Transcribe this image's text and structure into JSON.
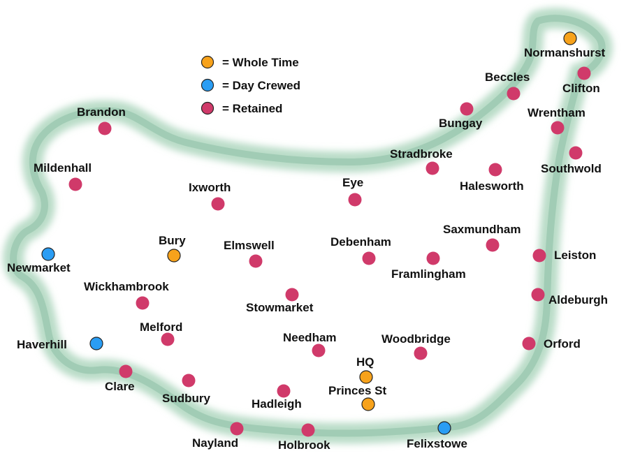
{
  "colors": {
    "whole_time": "#f7a21b",
    "day_crewed": "#2a9df4",
    "retained": "#d03a6a",
    "border": "#9cc9b1"
  },
  "legend": [
    {
      "type": "whole_time",
      "label": "= Whole Time"
    },
    {
      "type": "day_crewed",
      "label": "= Day Crewed"
    },
    {
      "type": "retained",
      "label": "= Retained"
    }
  ],
  "stations": [
    {
      "name": "Normanshurst",
      "type": "whole_time"
    },
    {
      "name": "Beccles",
      "type": "retained"
    },
    {
      "name": "Clifton",
      "type": "retained"
    },
    {
      "name": "Bungay",
      "type": "retained"
    },
    {
      "name": "Wrentham",
      "type": "retained"
    },
    {
      "name": "Brandon",
      "type": "retained"
    },
    {
      "name": "Stradbroke",
      "type": "retained"
    },
    {
      "name": "Southwold",
      "type": "retained"
    },
    {
      "name": "Mildenhall",
      "type": "retained"
    },
    {
      "name": "Halesworth",
      "type": "retained"
    },
    {
      "name": "Ixworth",
      "type": "retained"
    },
    {
      "name": "Eye",
      "type": "retained"
    },
    {
      "name": "Saxmundham",
      "type": "retained"
    },
    {
      "name": "Bury",
      "type": "whole_time"
    },
    {
      "name": "Elmswell",
      "type": "retained"
    },
    {
      "name": "Debenham",
      "type": "retained"
    },
    {
      "name": "Newmarket",
      "type": "day_crewed"
    },
    {
      "name": "Leiston",
      "type": "retained"
    },
    {
      "name": "Framlingham",
      "type": "retained"
    },
    {
      "name": "Wickhambrook",
      "type": "retained"
    },
    {
      "name": "Stowmarket",
      "type": "retained"
    },
    {
      "name": "Aldeburgh",
      "type": "retained"
    },
    {
      "name": "Melford",
      "type": "retained"
    },
    {
      "name": "Needham",
      "type": "retained"
    },
    {
      "name": "Woodbridge",
      "type": "retained"
    },
    {
      "name": "Haverhill",
      "type": "day_crewed"
    },
    {
      "name": "Orford",
      "type": "retained"
    },
    {
      "name": "HQ",
      "type": "whole_time"
    },
    {
      "name": "Clare",
      "type": "retained"
    },
    {
      "name": "Sudbury",
      "type": "retained"
    },
    {
      "name": "Princes St",
      "type": "whole_time"
    },
    {
      "name": "Hadleigh",
      "type": "retained"
    },
    {
      "name": "Nayland",
      "type": "retained"
    },
    {
      "name": "Holbrook",
      "type": "retained"
    },
    {
      "name": "Felixstowe",
      "type": "day_crewed"
    }
  ]
}
